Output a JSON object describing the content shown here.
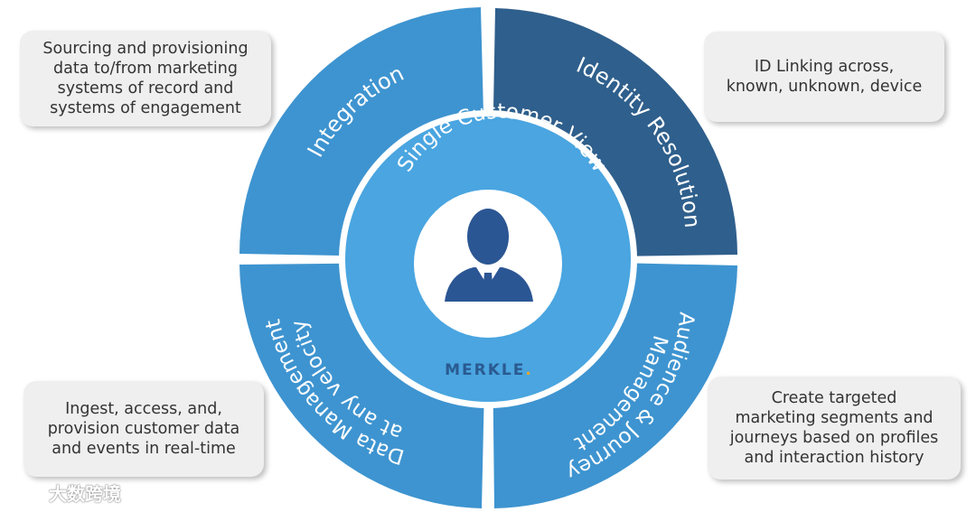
{
  "center": {
    "title": "Single Customer View",
    "brand": "MERKLE",
    "brand_dot": "."
  },
  "segments": {
    "top_left": "Integration",
    "top_right": "Identity Resolution",
    "bottom_left_line1": "Data Management",
    "bottom_left_line2": "at any velocity",
    "bottom_right_line1": "Audience &",
    "bottom_right_line2": "Journey",
    "bottom_right_line3": "Management"
  },
  "callouts": {
    "top_left": "Sourcing and provisioning\ndata to/from marketing\nsystems of record and\nsystems of engagement",
    "top_right": "ID Linking across,\nknown, unknown, device",
    "bottom_left": "Ingest, access, and,\nprovision customer data\nand events in real-time",
    "bottom_right": "Create targeted\nmarketing segments and\njourneys based on profiles\nand interaction history"
  },
  "watermark": "大数跨境",
  "colors": {
    "segment_light": "#3e94d0",
    "segment_dark": "#2f5f8c",
    "inner_circle": "#4aa5e0",
    "person": "#2b5694",
    "brand": "#2a5a90",
    "brand_dot": "#f2a623"
  },
  "icons": [
    "person-icon",
    "merkle-logo",
    "watermark-logo"
  ]
}
